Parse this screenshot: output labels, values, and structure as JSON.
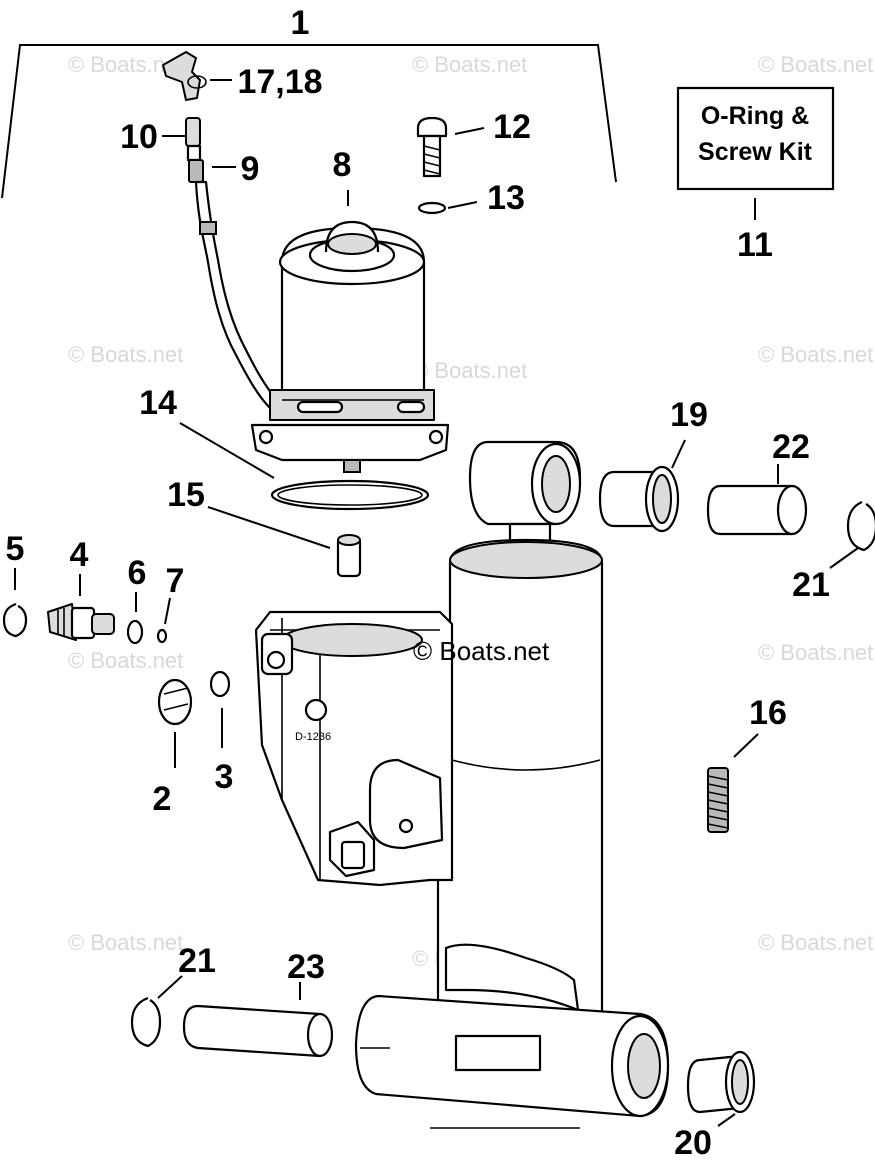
{
  "callouts": {
    "c1": "1",
    "c2": "2",
    "c3": "3",
    "c4": "4",
    "c5": "5",
    "c6": "6",
    "c7": "7",
    "c8": "8",
    "c9": "9",
    "c10": "10",
    "c11": "11",
    "c12": "12",
    "c13": "13",
    "c14": "14",
    "c15": "15",
    "c16": "16",
    "c17_18": "17,18",
    "c19": "19",
    "c20": "20",
    "c21_right": "21",
    "c21_left": "21",
    "c22": "22",
    "c23": "23"
  },
  "kit_box": {
    "line1": "O-Ring &",
    "line2": "Screw Kit"
  },
  "casting_mark": "D-1236",
  "watermark": {
    "main": "© Boats.net",
    "faint": "© Boats.net"
  }
}
